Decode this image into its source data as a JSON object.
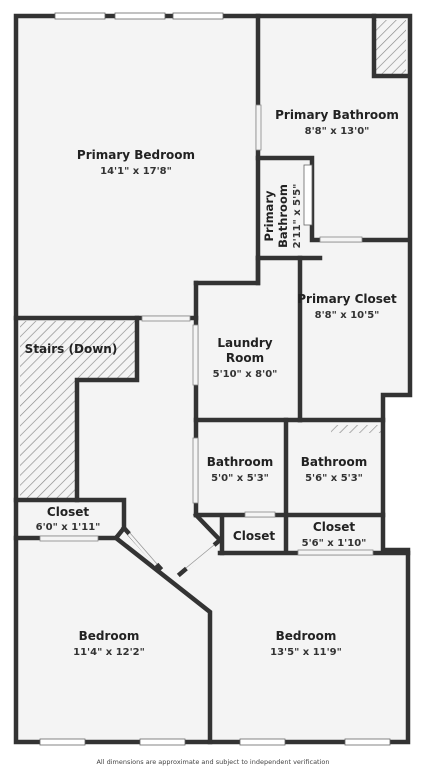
{
  "rooms": {
    "primary_bedroom": {
      "name": "Primary Bedroom",
      "dims": "14'1\" x 17'8\""
    },
    "primary_bathroom": {
      "name": "Primary Bathroom",
      "dims": "8'8\" x 13'0\""
    },
    "primary_bathroom_small": {
      "name_line1": "Primary",
      "name_line2": "Bathroom",
      "dims": "2'11\" x 5'5\""
    },
    "primary_closet": {
      "name": "Primary Closet",
      "dims": "8'8\" x 10'5\""
    },
    "laundry_room": {
      "name_line1": "Laundry",
      "name_line2": "Room",
      "dims": "5'10\" x 8'0\""
    },
    "stairs": {
      "name": "Stairs (Down)"
    },
    "bathroom_left": {
      "name": "Bathroom",
      "dims": "5'0\" x 5'3\""
    },
    "bathroom_right": {
      "name": "Bathroom",
      "dims": "5'6\" x 5'3\""
    },
    "closet_left": {
      "name": "Closet",
      "dims": "6'0\" x 1'11\""
    },
    "closet_middle": {
      "name": "Closet"
    },
    "closet_right": {
      "name": "Closet",
      "dims": "5'6\" x 1'10\""
    },
    "bedroom_left": {
      "name": "Bedroom",
      "dims": "11'4\" x 12'2\""
    },
    "bedroom_right": {
      "name": "Bedroom",
      "dims": "13'5\" x 11'9\""
    }
  },
  "footer": {
    "disclaimer": "All dimensions are approximate and subject to independent verification"
  },
  "colors": {
    "wall": "#333333",
    "floor": "#f4f4f4",
    "window": "#ffffff",
    "hatch": "#888888"
  }
}
